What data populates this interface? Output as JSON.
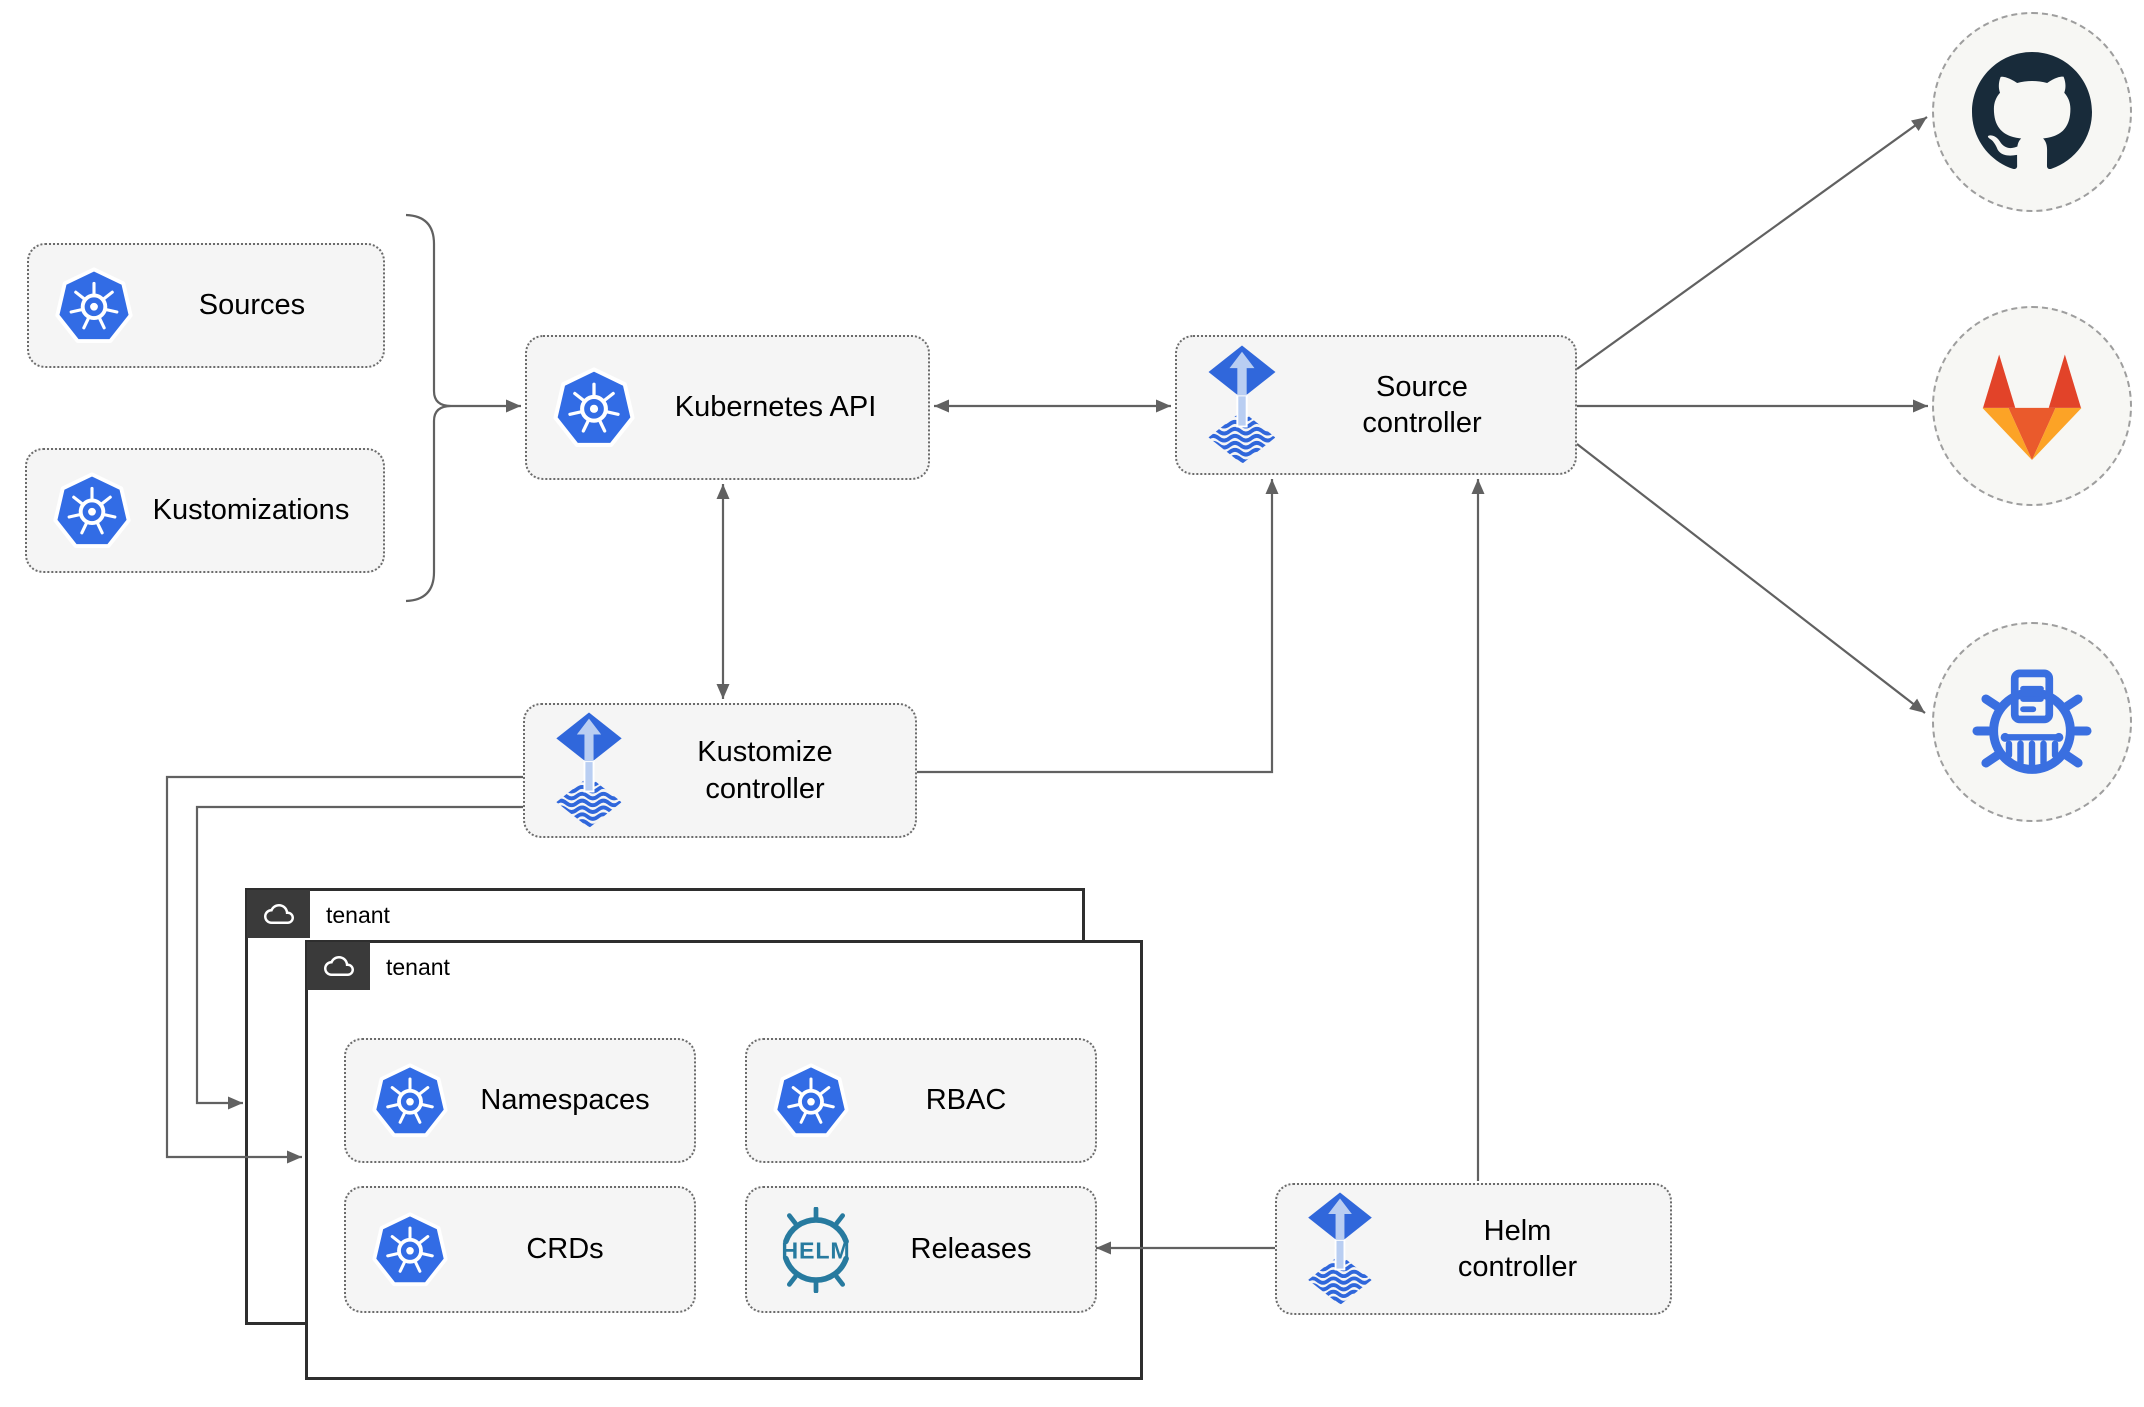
{
  "nodes": {
    "sources": {
      "label": "Sources",
      "icon": "kubernetes-icon"
    },
    "kustomizations": {
      "label": "Kustomizations",
      "icon": "kubernetes-icon"
    },
    "kubernetes_api": {
      "label": "Kubernetes API",
      "icon": "kubernetes-icon"
    },
    "source_controller": {
      "label": "Source controller",
      "icon": "flux-icon"
    },
    "kustomize_controller": {
      "label": "Kustomize controller",
      "icon": "flux-icon"
    },
    "helm_controller": {
      "label": "Helm controller",
      "icon": "flux-icon"
    },
    "namespaces": {
      "label": "Namespaces",
      "icon": "kubernetes-icon"
    },
    "rbac": {
      "label": "RBAC",
      "icon": "kubernetes-icon"
    },
    "crds": {
      "label": "CRDs",
      "icon": "kubernetes-icon"
    },
    "releases": {
      "label": "Releases",
      "icon": "helm-logo-icon"
    }
  },
  "groups": {
    "tenant_back": {
      "label": "tenant",
      "icon": "cloud-icon"
    },
    "tenant_front": {
      "label": "tenant",
      "icon": "cloud-icon"
    }
  },
  "endpoints": {
    "github": {
      "icon": "github-icon"
    },
    "gitlab": {
      "icon": "gitlab-icon"
    },
    "helm_repository": {
      "icon": "chartmuseum-icon"
    }
  },
  "logo_text": {
    "helm": "HELM"
  },
  "colors": {
    "k8s_blue": "#326ce5",
    "flux_blue": "#3067db",
    "flux_arrow": "#b9cef2",
    "helm_teal": "#277a9f",
    "github_dark": "#182b3a",
    "gitlab_red": "#e24329",
    "gitlab_center": "#ea5a2c",
    "gitlab_amber": "#fca326",
    "chartmuseum_blue": "#3a6fe0",
    "line_gray": "#616161",
    "node_fill": "#f5f5f5",
    "node_border": "#6b6b6b",
    "tenant_border": "#2e2e2e",
    "tenant_tab": "#3a3a3a",
    "circle_fill": "#f7f7f4",
    "circle_border": "#9e9e9e"
  }
}
